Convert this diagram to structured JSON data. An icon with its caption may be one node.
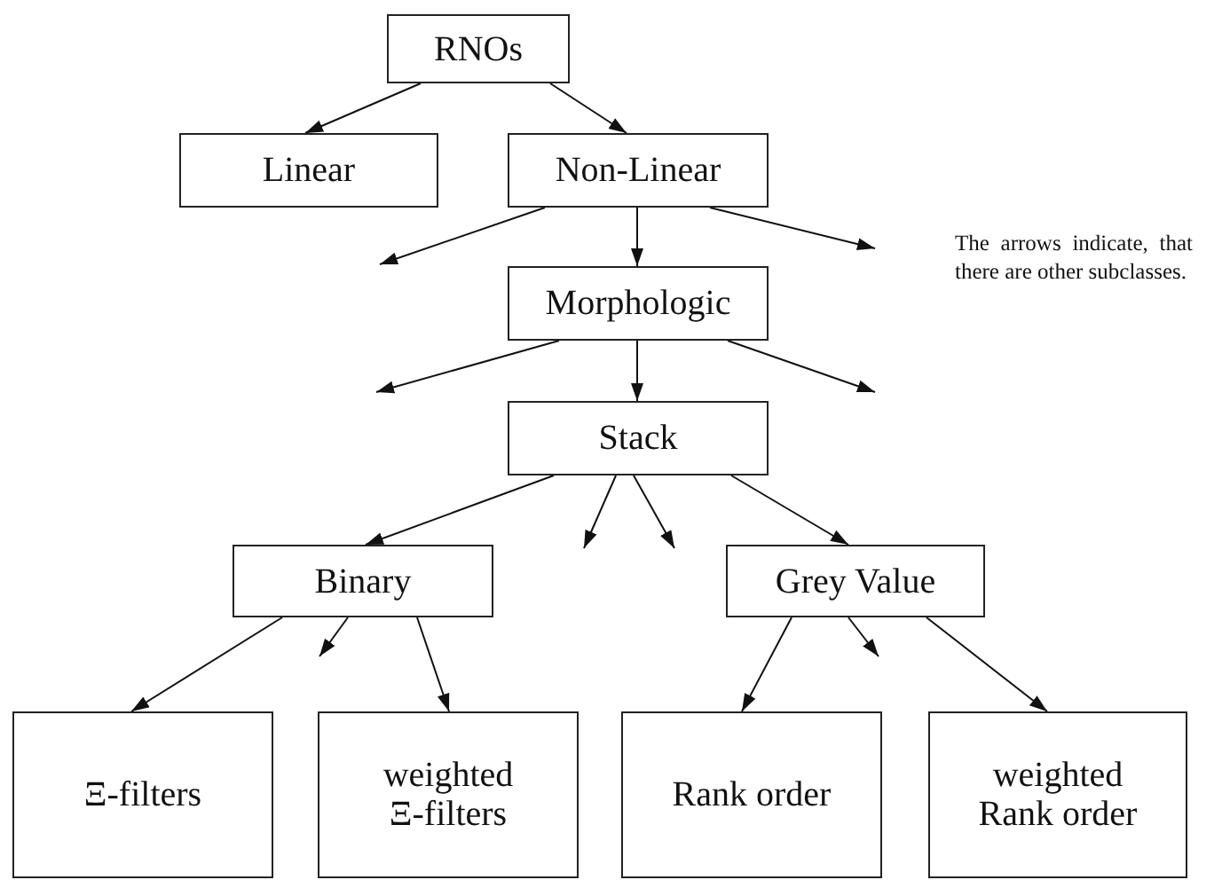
{
  "diagram": {
    "nodes": [
      {
        "text": [
          "RNOs"
        ]
      },
      {
        "text": [
          "Linear"
        ]
      },
      {
        "text": [
          "Non-Linear"
        ]
      },
      {
        "text": [
          "Morphologic"
        ]
      },
      {
        "text": [
          "Stack"
        ]
      },
      {
        "text": [
          "Binary"
        ]
      },
      {
        "text": [
          "Grey Value"
        ]
      },
      {
        "text": [
          "Ξ-filters"
        ]
      },
      {
        "text": [
          "weighted Ξ-filters"
        ]
      },
      {
        "text": [
          "Rank order"
        ]
      },
      {
        "text": [
          "weighted Rank order"
        ]
      }
    ],
    "edges": [
      {
        "from": 0,
        "to": 1,
        "arrow": "to"
      },
      {
        "from": 0,
        "to": 2,
        "arrow": "to"
      },
      {
        "from": 2,
        "to": null,
        "arrow": "to"
      },
      {
        "from": 2,
        "to": 3,
        "arrow": "to"
      },
      {
        "from": 2,
        "to": null,
        "arrow": "to"
      },
      {
        "from": 3,
        "to": null,
        "arrow": "to"
      },
      {
        "from": 3,
        "to": 4,
        "arrow": "to"
      },
      {
        "from": 3,
        "to": null,
        "arrow": "to"
      },
      {
        "from": 4,
        "to": 5,
        "arrow": "to"
      },
      {
        "from": 4,
        "to": null,
        "arrow": "to"
      },
      {
        "from": 4,
        "to": null,
        "arrow": "to"
      },
      {
        "from": 4,
        "to": 6,
        "arrow": "to"
      },
      {
        "from": 5,
        "to": 7,
        "arrow": "to"
      },
      {
        "from": 5,
        "to": null,
        "arrow": "to"
      },
      {
        "from": 5,
        "to": 8,
        "arrow": "to"
      },
      {
        "from": 6,
        "to": 9,
        "arrow": "to"
      },
      {
        "from": 6,
        "to": null,
        "arrow": "to"
      },
      {
        "from": 6,
        "to": 10,
        "arrow": "to"
      }
    ],
    "labels": [
      "The arrows indicate, that there are other subclasses."
    ]
  }
}
